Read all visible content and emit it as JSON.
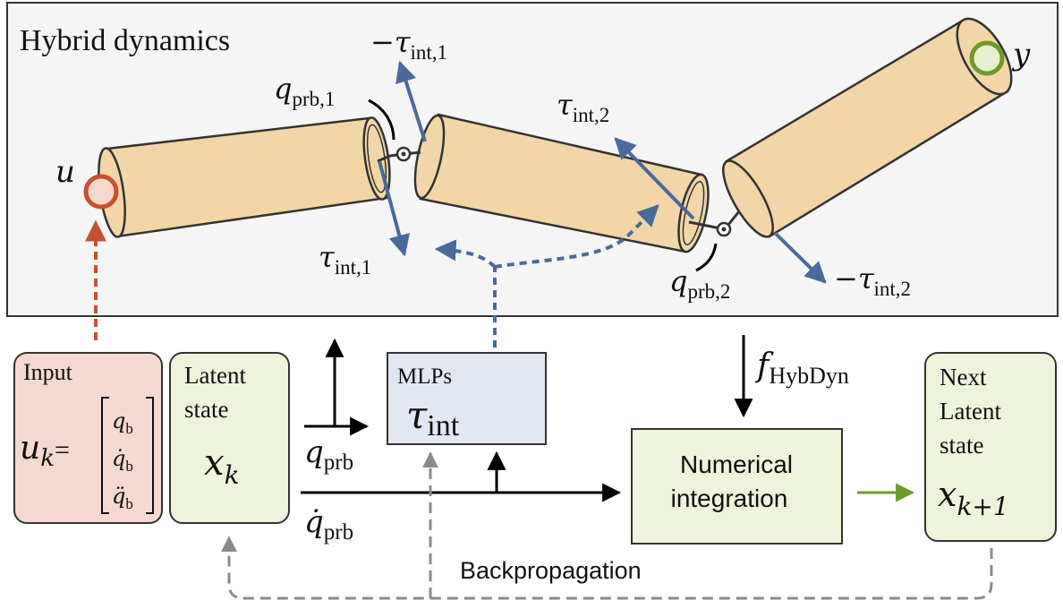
{
  "panel": {
    "title": "Hybrid dynamics"
  },
  "labels": {
    "u": "u",
    "y": "y",
    "q_prb1_sym": "q",
    "q_prb1_sub": "prb,1",
    "q_prb2_sym": "q",
    "q_prb2_sub": "prb,2",
    "neg_tau1_sym": "−τ",
    "neg_tau1_sub": "int,1",
    "tau1_sym": "τ",
    "tau1_sub": "int,1",
    "tau2_sym": "τ",
    "tau2_sub": "int,2",
    "neg_tau2_sym": "−τ",
    "neg_tau2_sub": "int,2"
  },
  "blocks": {
    "input": {
      "title": "Input",
      "lhs": "u",
      "lhs_sub": "k",
      "eq": "=",
      "vec": [
        {
          "sym": "q",
          "sub": "b"
        },
        {
          "sym": "q̇",
          "sub": "b"
        },
        {
          "sym": "q̈",
          "sub": "b"
        }
      ]
    },
    "latent": {
      "line1": "Latent",
      "line2": "state",
      "sym": "x",
      "sub": "k"
    },
    "mlps": {
      "title": "MLPs",
      "sym": "τ",
      "sub": "int"
    },
    "integration": {
      "line1": "Numerical",
      "line2": "integration"
    },
    "next": {
      "line1": "Next",
      "line2": "Latent",
      "line3": "state",
      "sym": "x",
      "sub": "k+1"
    }
  },
  "flow_labels": {
    "q_prb": {
      "sym": "q",
      "sub": "prb"
    },
    "qdot_prb": {
      "sym": "q̇",
      "sub": "prb"
    },
    "f_hyb": {
      "sym": "f",
      "sub": "HybDyn"
    },
    "backprop": "Backpropagation"
  },
  "colors": {
    "panel_bg": "#f5f5f5",
    "cylinder_fill": "#f3d6a8",
    "torque_arrow": "#4a6a9a",
    "input_box": "#f5d8d0",
    "state_box": "#eef4dc",
    "mlp_box": "#e3e7f2",
    "input_marker": "#c8502f",
    "output_marker": "#6e9a2a",
    "next_arrow": "#6e9a2a",
    "backprop": "#888888"
  }
}
